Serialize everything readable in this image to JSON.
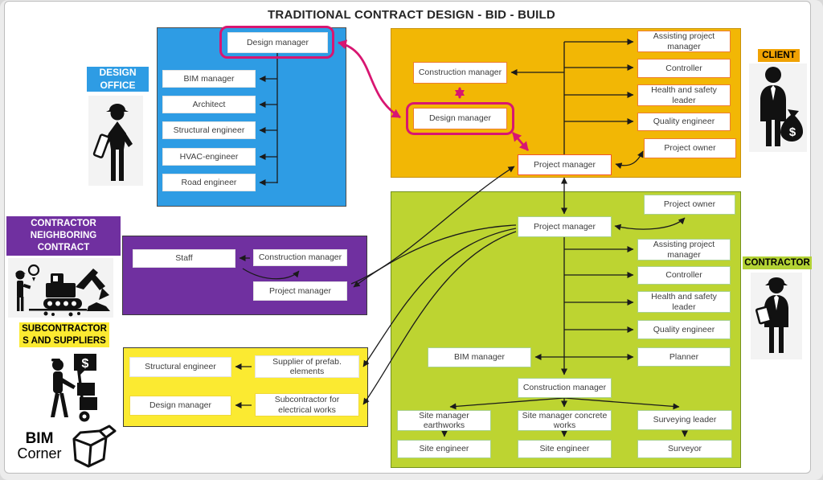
{
  "title": "TRADITIONAL CONTRACT DESIGN - BID - BUILD",
  "colors": {
    "blue": "#2E9CE4",
    "orange": "#F2B705",
    "green": "#BDD431",
    "purple": "#7030A0",
    "yellow": "#FBEA31",
    "pink_highlight": "#D81671",
    "client_label_bg": "#F0A202",
    "contractor_label_bg": "#B3D235"
  },
  "design_office": {
    "label_lines": [
      "DESIGN",
      "OFFICE"
    ],
    "design_manager": "Design manager",
    "subordinates": [
      "BIM manager",
      "Architect",
      "Structural engineer",
      "HVAC-engineer",
      "Road engineer"
    ]
  },
  "client_org": {
    "label": "CLIENT",
    "construction_manager": "Construction manager",
    "design_manager": "Design manager",
    "project_manager": "Project manager",
    "right_column": [
      "Assisting project manager",
      "Controller",
      "Health and safety leader",
      "Quality engineer"
    ],
    "project_owner": "Project owner"
  },
  "contractor_org": {
    "label": "CONTRACTOR",
    "project_owner": "Project owner",
    "project_manager": "Project manager",
    "right_column": [
      "Assisting project manager",
      "Controller",
      "Health and safety leader",
      "Quality engineer",
      "Planner"
    ],
    "bim_manager": "BIM manager",
    "construction_manager": "Construction manager",
    "site_managers": [
      "Site manager earthworks",
      "Site manager concrete works",
      "Surveying leader"
    ],
    "site_staff": [
      "Site engineer",
      "Site engineer",
      "Surveyor"
    ]
  },
  "neighboring_contract": {
    "label_lines": [
      "CONTRACTOR",
      "NEIGHBORING",
      "CONTRACT"
    ],
    "staff": "Staff",
    "construction_manager": "Construction manager",
    "project_manager": "Project manager"
  },
  "subcontractors": {
    "label_lines": [
      "SUBCONTRACTOR",
      "S AND SUPPLIERS"
    ],
    "structural_engineer": "Structural engineer",
    "supplier": "Supplier of prefab. elements",
    "design_manager": "Design manager",
    "subcontractor": "Subcontractor for electrical works"
  },
  "logo": {
    "line1": "BIM",
    "line2": "Corner"
  }
}
